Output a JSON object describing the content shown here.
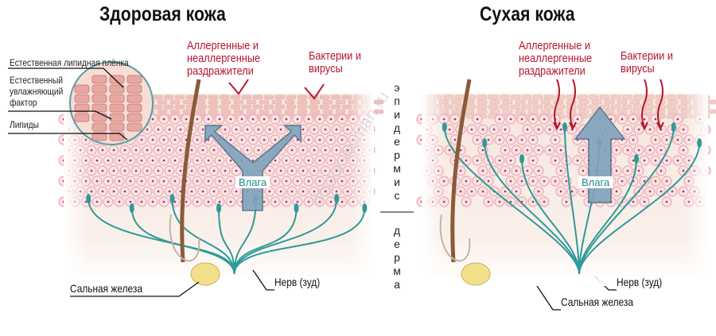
{
  "left": {
    "title": "Здоровая кожа",
    "irritants": "Аллергенные и неаллергенные раздражители",
    "bacteria": "Бактерии и вирусы",
    "moisture": "Влага",
    "gland": "Сальная железа",
    "nerve": "Нерв (зуд)",
    "inset_labels": [
      "Естественная липидная плёнка",
      "Естественный увлажняющий фактор",
      "Липиды"
    ]
  },
  "right": {
    "title": "Сухая кожа",
    "irritants": "Аллергенные и неаллергенные раздражители",
    "bacteria": "Бактерии и вирусы",
    "moisture": "Влага",
    "gland": "Сальная железа",
    "nerve": "Нерв (зуд)"
  },
  "layers": {
    "epidermis": "эпидермис",
    "dermis": "дерма"
  },
  "watermark": "doctor-woman.ru",
  "colors": {
    "red": "#b5162b",
    "nerve": "#2f9a98",
    "arrow": "#7fa3bd",
    "cell": "#e9a9b4"
  }
}
